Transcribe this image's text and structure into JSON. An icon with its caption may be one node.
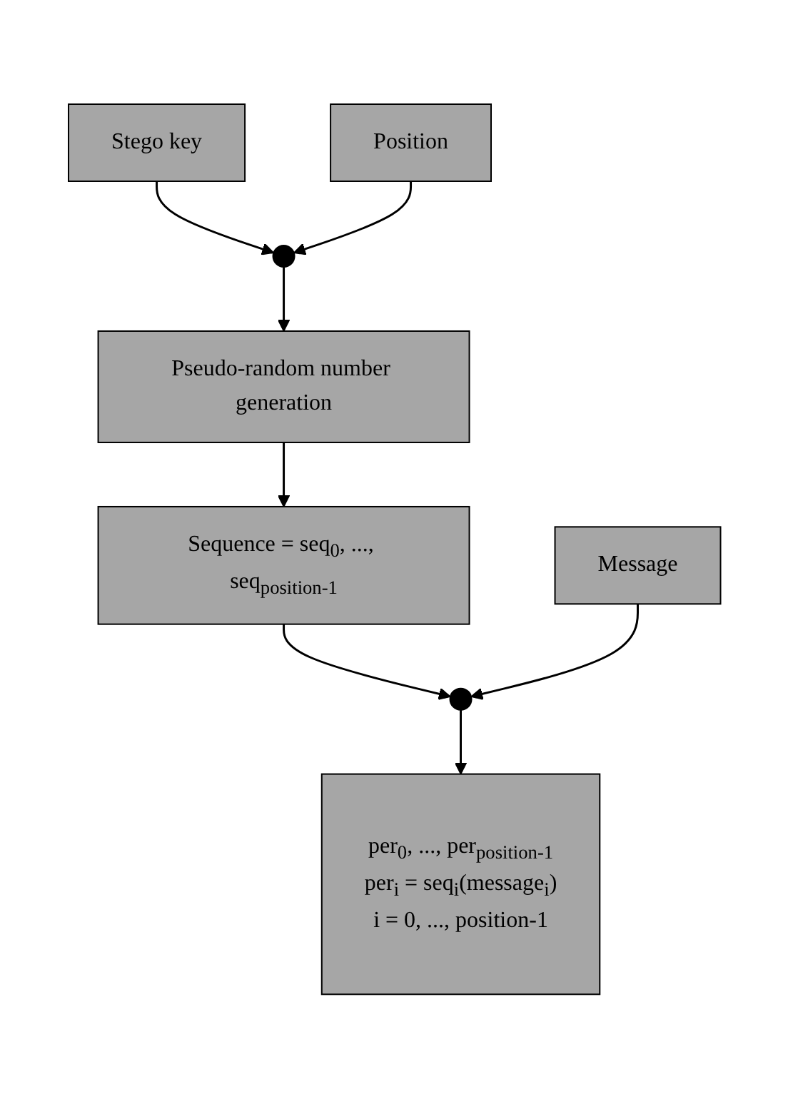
{
  "diagram": {
    "nodes": [
      {
        "text": [
          "Stego key"
        ]
      },
      {
        "text": [
          "Position"
        ]
      },
      {
        "text": [],
        "shape": "circle"
      },
      {
        "text": [
          "Pseudo-random number generation"
        ]
      },
      {
        "text": [
          "Sequence = seq$_{0}$, ..., seq$_{position-1}$"
        ]
      },
      {
        "text": [],
        "shape": "circle"
      },
      {
        "text": [
          "Message"
        ]
      },
      {
        "text": [
          "per$_{0}$, ..., per$_{position-1}$",
          "per$_{i}$ = seq$_{i}$(message$_{i}$)",
          "i = 0, ..., position-1"
        ]
      }
    ],
    "edges": [
      {
        "from": 0,
        "to": 2,
        "arrow": "to"
      },
      {
        "from": 1,
        "to": 2,
        "arrow": "to"
      },
      {
        "from": 2,
        "to": 3,
        "arrow": "to"
      },
      {
        "from": 3,
        "to": 4,
        "arrow": "to"
      },
      {
        "from": 4,
        "to": 5,
        "arrow": "to"
      },
      {
        "from": 6,
        "to": 5,
        "arrow": "to"
      },
      {
        "from": 5,
        "to": 7,
        "arrow": "to"
      }
    ]
  }
}
